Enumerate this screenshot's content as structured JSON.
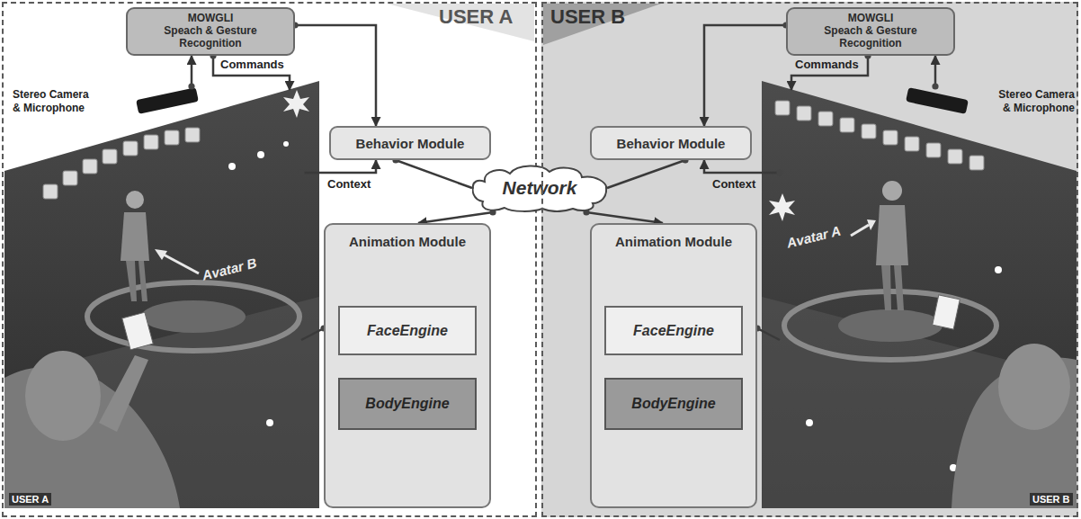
{
  "diagram": {
    "nodes": [
      {
        "text": [
          "USER A"
        ]
      },
      {
        "text": [
          "MOWGLI",
          "Speach & Gesture Recognition"
        ],
        "in": 0
      },
      {
        "text": [
          "Stereo Camera & Microphone"
        ],
        "in": 0
      },
      {
        "text": [
          "Avatar B",
          "USER A"
        ],
        "in": 0
      },
      {
        "text": [
          "Behavior Module"
        ],
        "in": 0
      },
      {
        "text": [
          "Animation Module"
        ],
        "in": 0
      },
      {
        "text": [
          "FaceEngine"
        ],
        "in": 5
      },
      {
        "text": [
          "BodyEngine"
        ],
        "in": 5
      },
      {
        "text": [
          "Network"
        ]
      },
      {
        "text": [
          "USER B"
        ]
      },
      {
        "text": [
          "MOWGLI",
          "Speach & Gesture Recognition"
        ],
        "in": 9
      },
      {
        "text": [
          "Stereo Camera & Microphone"
        ],
        "in": 9
      },
      {
        "text": [
          "Avatar A",
          "USER B"
        ],
        "in": 9
      },
      {
        "text": [
          "Behavior Module"
        ],
        "in": 9
      },
      {
        "text": [
          "Animation Module"
        ],
        "in": 9
      },
      {
        "text": [
          "FaceEngine"
        ],
        "in": 14
      },
      {
        "text": [
          "BodyEngine"
        ],
        "in": 14
      }
    ],
    "edges": [
      {
        "from": 2,
        "to": 1,
        "arrow": "to"
      },
      {
        "from": 1,
        "to": 3,
        "label": "Commands",
        "arrow": "to"
      },
      {
        "from": 1,
        "to": 4,
        "arrow": "to"
      },
      {
        "from": 3,
        "to": 4,
        "label": "Context",
        "arrow": "to"
      },
      {
        "from": 4,
        "to": 8,
        "arrow": "none"
      },
      {
        "from": 8,
        "to": 5,
        "arrow": "to"
      },
      {
        "from": 5,
        "to": 3,
        "arrow": "none"
      },
      {
        "from": 11,
        "to": 10,
        "arrow": "to"
      },
      {
        "from": 10,
        "to": 12,
        "label": "Commands",
        "arrow": "to"
      },
      {
        "from": 10,
        "to": 13,
        "arrow": "to"
      },
      {
        "from": 12,
        "to": 13,
        "label": "Context",
        "arrow": "to"
      },
      {
        "from": 13,
        "to": 8,
        "arrow": "none"
      },
      {
        "from": 8,
        "to": 14,
        "arrow": "to"
      },
      {
        "from": 14,
        "to": 12,
        "arrow": "none"
      }
    ]
  }
}
